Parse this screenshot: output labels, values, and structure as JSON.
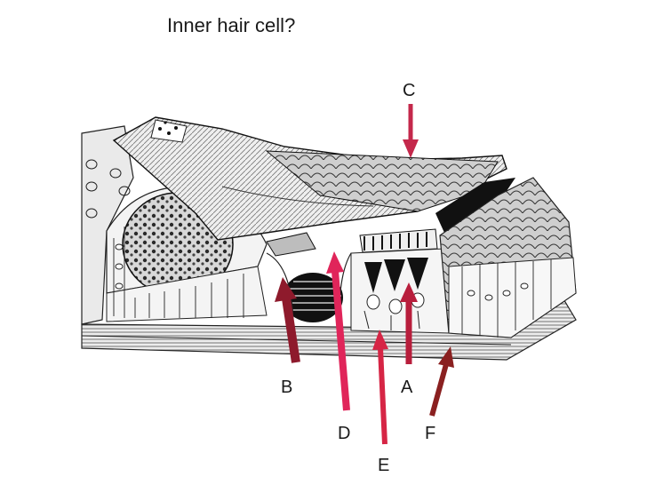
{
  "title": "Inner hair cell?",
  "labels": {
    "a": "A",
    "b": "B",
    "c": "C",
    "d": "D",
    "e": "E",
    "f": "F"
  },
  "colors": {
    "arrow_a": "#b81e3c",
    "arrow_b": "#8e1a2c",
    "arrow_c": "#c4284b",
    "arrow_d": "#e0255a",
    "arrow_e": "#d62545",
    "arrow_f": "#8a2020"
  }
}
